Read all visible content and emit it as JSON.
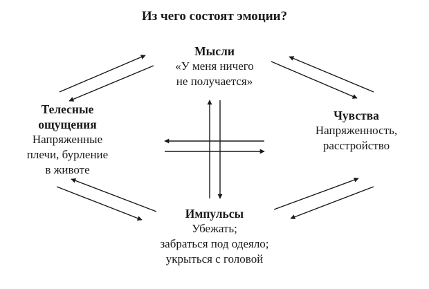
{
  "title": "Из чего состоят эмоции?",
  "nodes": {
    "thoughts": {
      "head": "Мысли",
      "lines": [
        "«У меня ничего",
        "не получается»"
      ]
    },
    "body": {
      "head": [
        "Телесные",
        "ощущения"
      ],
      "lines": [
        "Напряженные",
        "плечи, бурление",
        "в животе"
      ]
    },
    "feelings": {
      "head": "Чувства",
      "lines": [
        "Напряженность,",
        "расстройство"
      ]
    },
    "impulses": {
      "head": "Импульсы",
      "lines": [
        "Убежать;",
        "забраться под одеяло;",
        "укрыться с головой"
      ]
    }
  },
  "colors": {
    "ink": "#1a1a1a",
    "background": "#ffffff"
  }
}
